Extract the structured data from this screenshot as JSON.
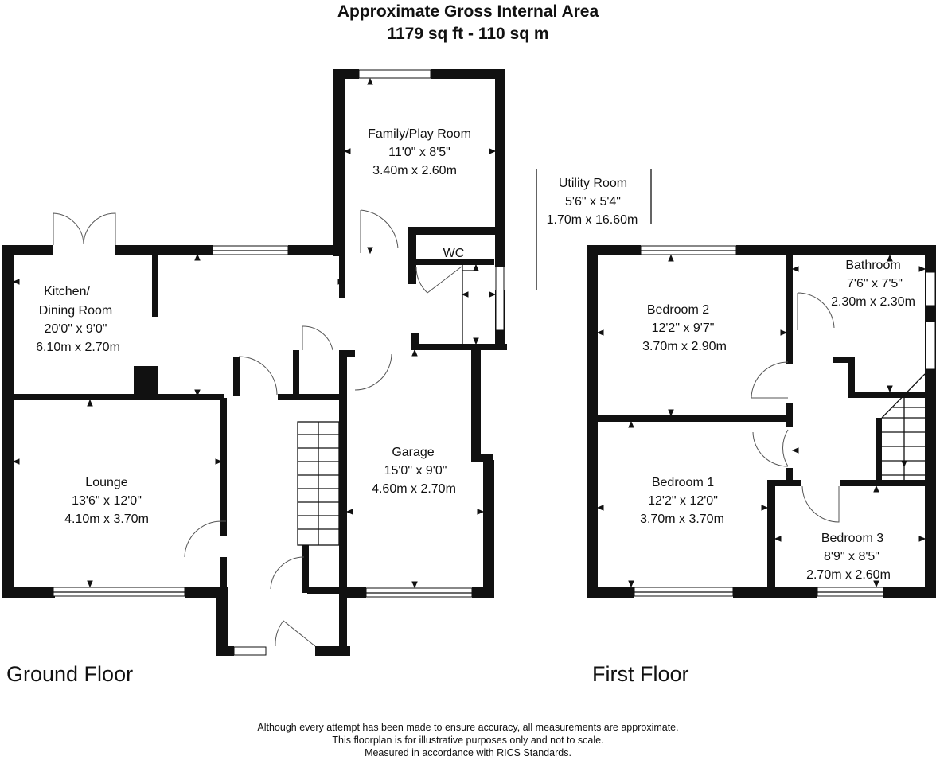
{
  "header": {
    "line1": "Approximate Gross Internal Area",
    "line2": "1179 sq ft - 110 sq m"
  },
  "floors": {
    "ground": "Ground Floor",
    "first": "First Floor"
  },
  "rooms": {
    "family_play": {
      "name": "Family/Play Room",
      "imperial": "11'0\" x 8'5\"",
      "metric": "3.40m x 2.60m"
    },
    "utility": {
      "name": "Utility Room",
      "imperial": "5'6\" x 5'4\"",
      "metric": "1.70m x 16.60m"
    },
    "wc": {
      "name": "WC"
    },
    "kitchen": {
      "name1": "Kitchen/",
      "name2": "Dining Room",
      "imperial": "20'0\" x 9'0\"",
      "metric": "6.10m x 2.70m"
    },
    "lounge": {
      "name": "Lounge",
      "imperial": "13'6\" x 12'0\"",
      "metric": "4.10m x 3.70m"
    },
    "garage": {
      "name": "Garage",
      "imperial": "15'0\" x 9'0\"",
      "metric": "4.60m x 2.70m"
    },
    "bedroom2": {
      "name": "Bedroom 2",
      "imperial": "12'2\" x 9'7\"",
      "metric": "3.70m x 2.90m"
    },
    "bathroom": {
      "name": "Bathroom",
      "imperial": "7'6\" x 7'5\"",
      "metric": "2.30m x 2.30m"
    },
    "bedroom1": {
      "name": "Bedroom 1",
      "imperial": "12'2\" x 12'0\"",
      "metric": "3.70m x 3.70m"
    },
    "bedroom3": {
      "name": "Bedroom 3",
      "imperial": "8'9\" x 8'5\"",
      "metric": "2.70m x 2.60m"
    }
  },
  "disclaimer": {
    "line1": "Although every attempt has been made to ensure accuracy, all measurements are approximate.",
    "line2": "This floorplan is for illustrative purposes only and not to scale.",
    "line3": "Measured in accordance with RICS Standards."
  }
}
